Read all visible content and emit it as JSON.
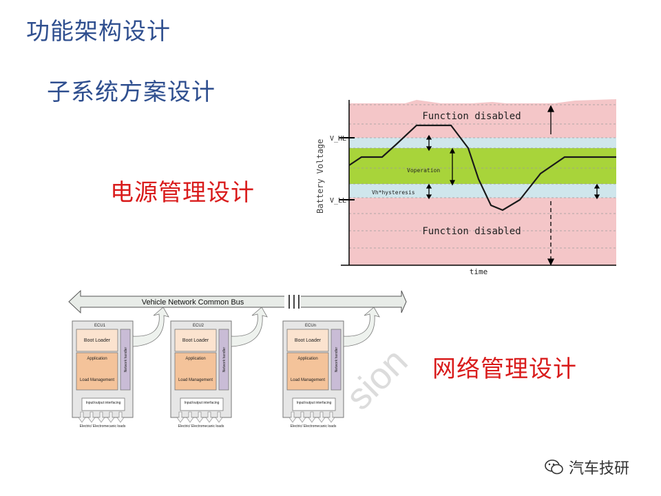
{
  "slide": {
    "title": "功能架构设计",
    "subtitle": "子系统方案设计",
    "power_label": "电源管理设计",
    "network_label": "网络管理设计"
  },
  "voltage_chart": {
    "y_axis_label": "Battery Voltage",
    "x_axis_label": "time",
    "vhl_label": "V_HL",
    "vll_label": "V_LL",
    "top_zone_label": "Function disabled",
    "bottom_zone_label": "Function disabled",
    "operation_label": "Voperation",
    "hysteresis_label": "Vh*hysteresis",
    "colors": {
      "disabled": "#f4c6c8",
      "hysteresis": "#cfe6ec",
      "operation": "#a8d43a",
      "curve": "#1a1a1a"
    }
  },
  "network_diagram": {
    "bus_label": "Vehicle Network Common Bus",
    "ecus": [
      {
        "name": "ECU1",
        "boot": "Boot Loader",
        "app": "Application",
        "load": "Load Management",
        "nh": "Network handler",
        "io": "Input/output interfacing",
        "loads": "Electric/ Electromecanic loads"
      },
      {
        "name": "ECU2",
        "boot": "Boot Loader",
        "app": "Application",
        "load": "Load Management",
        "nh": "Network handler",
        "io": "Input/output interfacing",
        "loads": "Electric/ Electromecanic loads"
      },
      {
        "name": "ECUn",
        "boot": "Boot Loader",
        "app": "Application",
        "load": "Load Management",
        "nh": "Network handler",
        "io": "Input/output interfacing",
        "loads": "Electric/ Electromecanic loads"
      }
    ],
    "watermark_text": "sion"
  },
  "brand": {
    "text": "汽车技研",
    "icon": "wechat-icon"
  }
}
